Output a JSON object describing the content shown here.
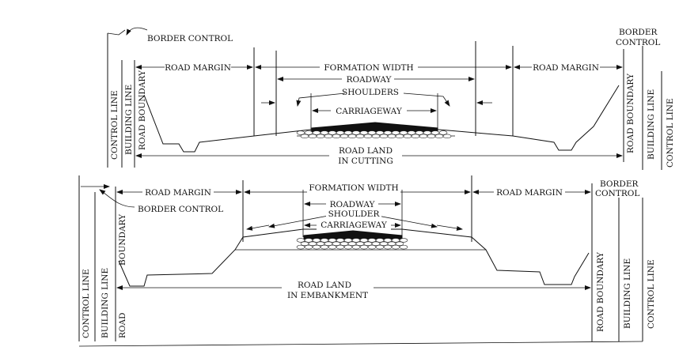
{
  "labels": {
    "border_control": "BORDER CONTROL",
    "border": "BORDER",
    "control": "CONTROL",
    "road_margin": "ROAD MARGIN",
    "formation_width": "FORMATION WIDTH",
    "roadway": "ROADWAY",
    "shoulders": "SHOULDERS",
    "shoulder": "SHOULDER",
    "carriageway": "CARRIAGEWAY",
    "road_land": "ROAD LAND",
    "in_cutting": "IN CUTTING",
    "in_embankment": "IN EMBANKMENT",
    "control_line": "CONTROL LINE",
    "building_line": "BUILDING LINE",
    "road_boundary": "ROAD BOUNDARY",
    "road": "ROAD",
    "boundary": "BOUNDARY"
  }
}
